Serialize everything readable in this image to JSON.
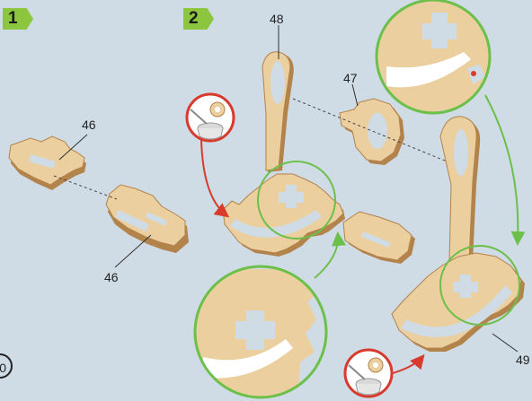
{
  "steps": [
    {
      "number": "1"
    },
    {
      "number": "2"
    }
  ],
  "part_labels": {
    "part46_top": "46",
    "part46_bottom": "46",
    "part48": "48",
    "part47": "47",
    "part49": "49"
  },
  "corner_mark": "0",
  "colors": {
    "background": "#cfdbe5",
    "wood": "#eccf9f",
    "wood_dark": "#b3834c",
    "step_badge": "#8cc63f",
    "zoom_circle": "#6cc04a",
    "red_arrow": "#d83a2c",
    "glue_dot": "#d83a2c"
  },
  "icons": [
    "glue-cup-icon",
    "glue-cup-icon"
  ]
}
